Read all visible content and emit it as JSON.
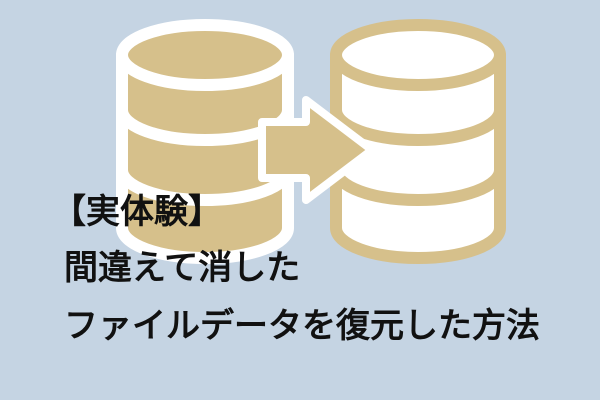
{
  "headline": {
    "line1": "【実体験】",
    "line2": "間違えて消した",
    "line3": "ファイルデータを復元した方法"
  },
  "colors": {
    "background": "#c5d4e3",
    "gold": "#d6c08b",
    "white": "#ffffff",
    "text": "#111111"
  },
  "icons": {
    "source": "database-icon",
    "arrow": "arrow-right-icon",
    "target": "database-icon"
  }
}
